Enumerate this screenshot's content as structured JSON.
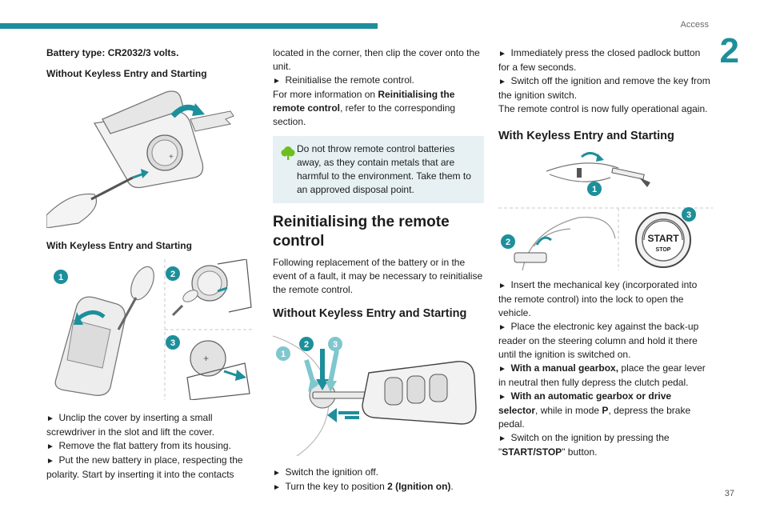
{
  "header": {
    "section": "Access",
    "chapter_number": "2",
    "page_number": "37",
    "accent_color": "#1d8f9b"
  },
  "col1": {
    "battery_type": "Battery type: CR2032/3 volts.",
    "heading_without": "Without Keyless Entry and Starting",
    "heading_with": "With Keyless Entry and Starting",
    "figure_markers": [
      "1",
      "2",
      "3"
    ],
    "steps": [
      "Unclip the cover by inserting a small screwdriver in the slot and lift the cover.",
      "Remove the flat battery from its housing.",
      "Put the new battery in place, respecting the polarity. Start by inserting it into the contacts"
    ]
  },
  "col2": {
    "continuation": "located in the corner, then clip the cover onto the unit.",
    "step_reinit": "Reinitialise the remote control.",
    "more_info_pre": "For more information on ",
    "more_info_bold": "Reinitialising the remote control",
    "more_info_post": ", refer to the corresponding section.",
    "eco_note": "Do not throw remote control batteries away, as they contain metals that are harmful to the environment. Take them to an approved disposal point.",
    "heading_reinit": "Reinitialising the remote control",
    "reinit_intro": "Following replacement of the battery or in the event of a fault, it may be necessary to reinitialise the remote control.",
    "heading_without": "Without Keyless Entry and Starting",
    "figure_markers": [
      "1",
      "2",
      "3"
    ],
    "step_ignition_off": "Switch the ignition off.",
    "step_turn_pre": "Turn the key to position ",
    "step_turn_bold": "2 (Ignition on)",
    "step_turn_post": "."
  },
  "col3": {
    "steps_top": [
      "Immediately press the closed padlock button for a few seconds.",
      "Switch off the ignition and remove the key from the ignition switch."
    ],
    "operational": "The remote control is now fully operational again.",
    "heading_with": "With Keyless Entry and Starting",
    "figure_markers": [
      "1",
      "2",
      "3"
    ],
    "button_label_top": "START",
    "button_label_bottom": "STOP",
    "step_insert": "Insert the mechanical key (incorporated into the remote control) into the lock to open the vehicle.",
    "step_place": "Place the electronic key against the back-up reader on the steering column and hold it there until the ignition is switched on.",
    "manual_bold": "With a manual gearbox,",
    "manual_text": " place the gear lever in neutral then fully depress the clutch pedal.",
    "auto_bold": "With an automatic gearbox or drive selector",
    "auto_text_pre": ", while in mode ",
    "auto_mode": "P",
    "auto_text_post": ", depress the brake pedal.",
    "switch_on_pre": "Switch on the ignition by pressing the \"",
    "switch_on_bold": "START/STOP",
    "switch_on_post": "\" button."
  }
}
